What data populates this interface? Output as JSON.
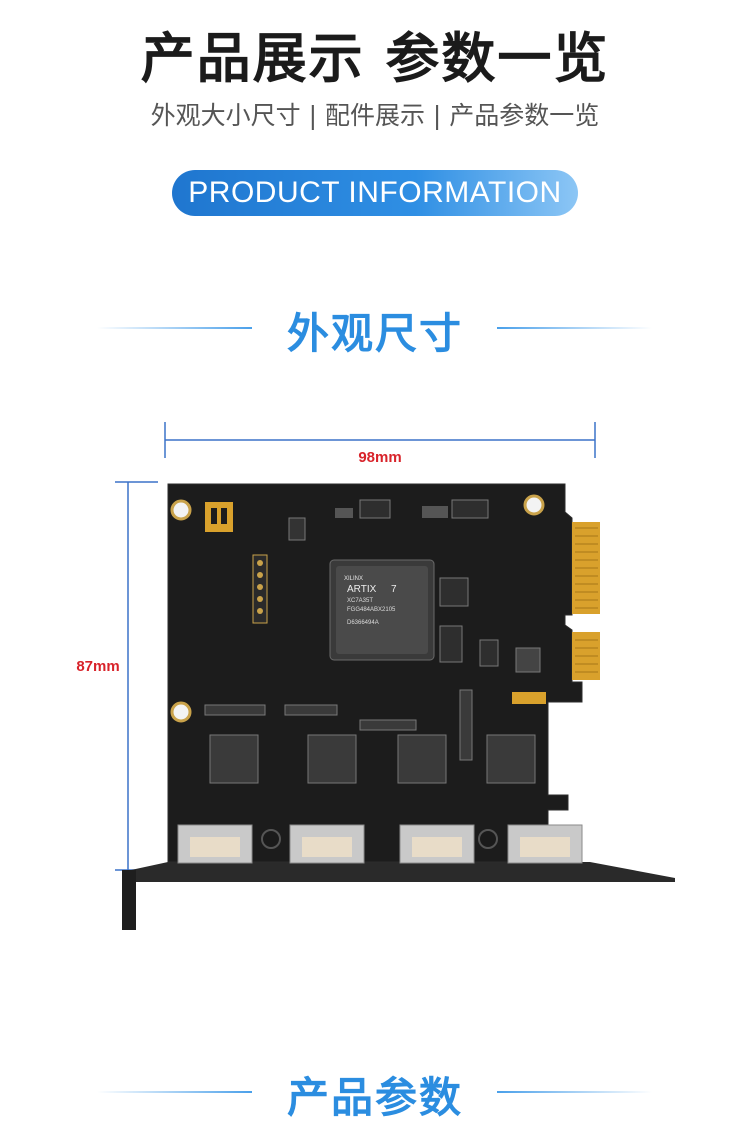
{
  "header": {
    "title": "产品展示 参数一览",
    "subtitle": "外观大小尺寸 | 配件展示 | 产品参数一览",
    "banner": "PRODUCT INFORMATION"
  },
  "sections": {
    "appearance": "外观尺寸",
    "parameters": "产品参数"
  },
  "dimensions": {
    "width": "98mm",
    "height": "87mm"
  },
  "board": {
    "chip_brand": "XILINX",
    "chip_family": "ARTIX",
    "chip_family_suffix": "7",
    "chip_lines": [
      "XC7A35T",
      "FGG484ABX2105",
      "D6366494A"
    ]
  },
  "colors": {
    "accent": "#2b8de0",
    "dimension_red": "#d8232a",
    "dimension_blue": "#3b72c8",
    "pcb": "#1c1c1c",
    "gold": "#d9a12c"
  }
}
